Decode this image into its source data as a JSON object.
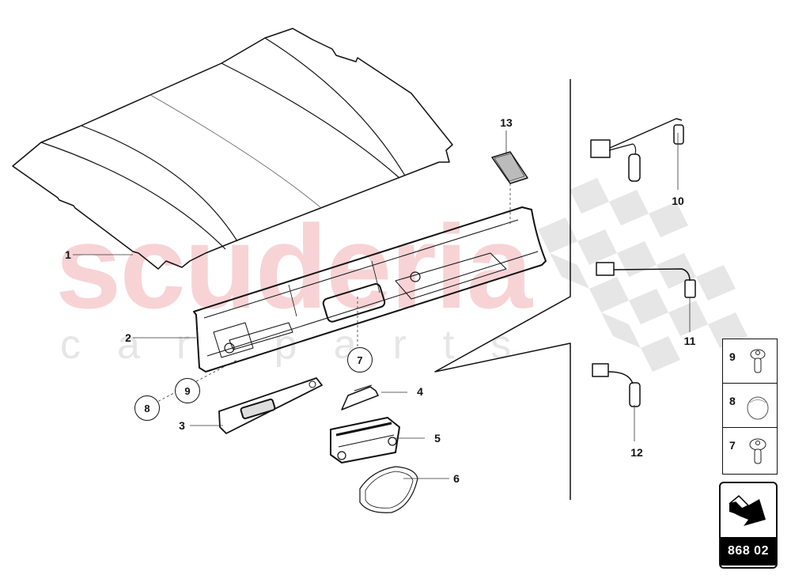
{
  "diagram": {
    "page_code": "868 02",
    "watermark": {
      "brand": "scuderia",
      "subtitle": "car parts",
      "brand_color": "#f7d3d6",
      "subtitle_color": "#e6e6e6"
    },
    "line_color": "#111111",
    "callouts": [
      {
        "id": "1",
        "label": "1",
        "part": "roof-liner-panel"
      },
      {
        "id": "2",
        "label": "2",
        "part": "front-headliner-trim"
      },
      {
        "id": "3",
        "label": "3",
        "part": "sun-visor-mirror-cover"
      },
      {
        "id": "4",
        "label": "4",
        "part": "light-bracket"
      },
      {
        "id": "5",
        "label": "5",
        "part": "interior-light-control-unit"
      },
      {
        "id": "6",
        "label": "6",
        "part": "rearview-mirror-frame"
      },
      {
        "id": "10",
        "label": "10",
        "part": "wiring-harness-two-leads"
      },
      {
        "id": "11",
        "label": "11",
        "part": "wiring-harness-single-lead-long"
      },
      {
        "id": "12",
        "label": "12",
        "part": "wiring-harness-single-lead-short"
      },
      {
        "id": "13",
        "label": "13",
        "part": "sensor-grille"
      }
    ],
    "circled_refs": [
      {
        "id": "7",
        "label": "7"
      },
      {
        "id": "8",
        "label": "8"
      },
      {
        "id": "9",
        "label": "9"
      }
    ],
    "legend": [
      {
        "label": "9",
        "icon": "button-head-screw"
      },
      {
        "label": "8",
        "icon": "round-cap"
      },
      {
        "label": "7",
        "icon": "flange-head-screw"
      }
    ]
  }
}
